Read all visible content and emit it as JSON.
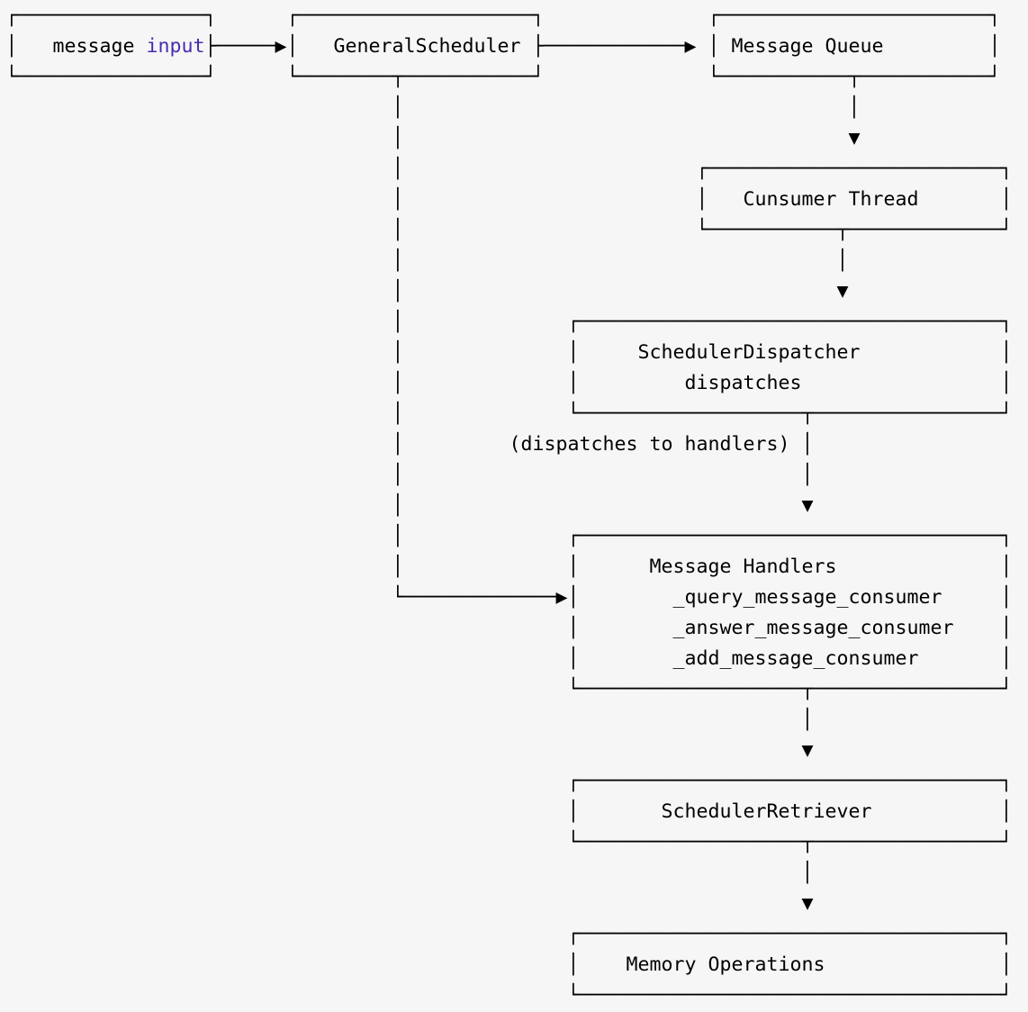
{
  "diagram": {
    "colors": {
      "background": "#f6f6f6",
      "foreground": "#000000",
      "input_keyword": "#4a2bb0"
    },
    "lines": [
      "┌────────────────┐      ┌────────────────────┐              ┌───────────────────────┐",
      [
        {
          "t": "│   message "
        },
        {
          "t": "input",
          "c": "input_keyword",
          "name": "input-builtin-text"
        },
        {
          "t": "├─────▶│   GeneralScheduler ├────────────▶ │ Message Queue         │"
        }
      ],
      "└────────────────┘      └────────┬───────────┘              └───────────┬───────────┘",
      "                                 │                                      │",
      "                                 │                                      ▼",
      "                                 │                         ┌─────────────────────────┐",
      "                                 │                         │   Cunsumer Thread       │",
      "                                 │                         └───────────┬─────────────┘",
      "                                 │                                     │",
      "                                 │                                     ▼",
      "                                 │              ┌────────────────────────────────────┐",
      "                                 │              │     SchedulerDispatcher            │",
      "                                 │              │         dispatches                 │",
      "                                 │              └───────────────────┬────────────────┘",
      "                                 │         (dispatches to handlers) │",
      "                                 │                                  │",
      "                                 │                                  ▼",
      "                                 │              ┌────────────────────────────────────┐",
      "                                 │              │      Message Handlers              │",
      "                                 └─────────────▶│        _query_message_consumer     │",
      "                                                │        _answer_message_consumer    │",
      "                                                │        _add_message_consumer       │",
      "                                                └───────────────────┬────────────────┘",
      "                                                                    │",
      "                                                                    ▼",
      "                                                ┌────────────────────────────────────┐",
      "                                                │       SchedulerRetriever           │",
      "                                                └───────────────────┬────────────────┘",
      "                                                                    │",
      "                                                                    ▼",
      "                                                ┌────────────────────────────────────┐",
      "                                                │    Memory Operations               │",
      "                                                └────────────────────────────────────┘"
    ]
  },
  "nodes": [
    {
      "label": "message input"
    },
    {
      "label": "GeneralScheduler"
    },
    {
      "label": "Message Queue"
    },
    {
      "label": "Cunsumer Thread"
    },
    {
      "label": "SchedulerDispatcher",
      "sublabel": "dispatches"
    },
    {
      "label": "Message Handlers",
      "items": [
        "_query_message_consumer",
        "_answer_message_consumer",
        "_add_message_consumer"
      ]
    },
    {
      "label": "SchedulerRetriever"
    },
    {
      "label": "Memory Operations"
    }
  ],
  "edge_annotation": "(dispatches to handlers)"
}
